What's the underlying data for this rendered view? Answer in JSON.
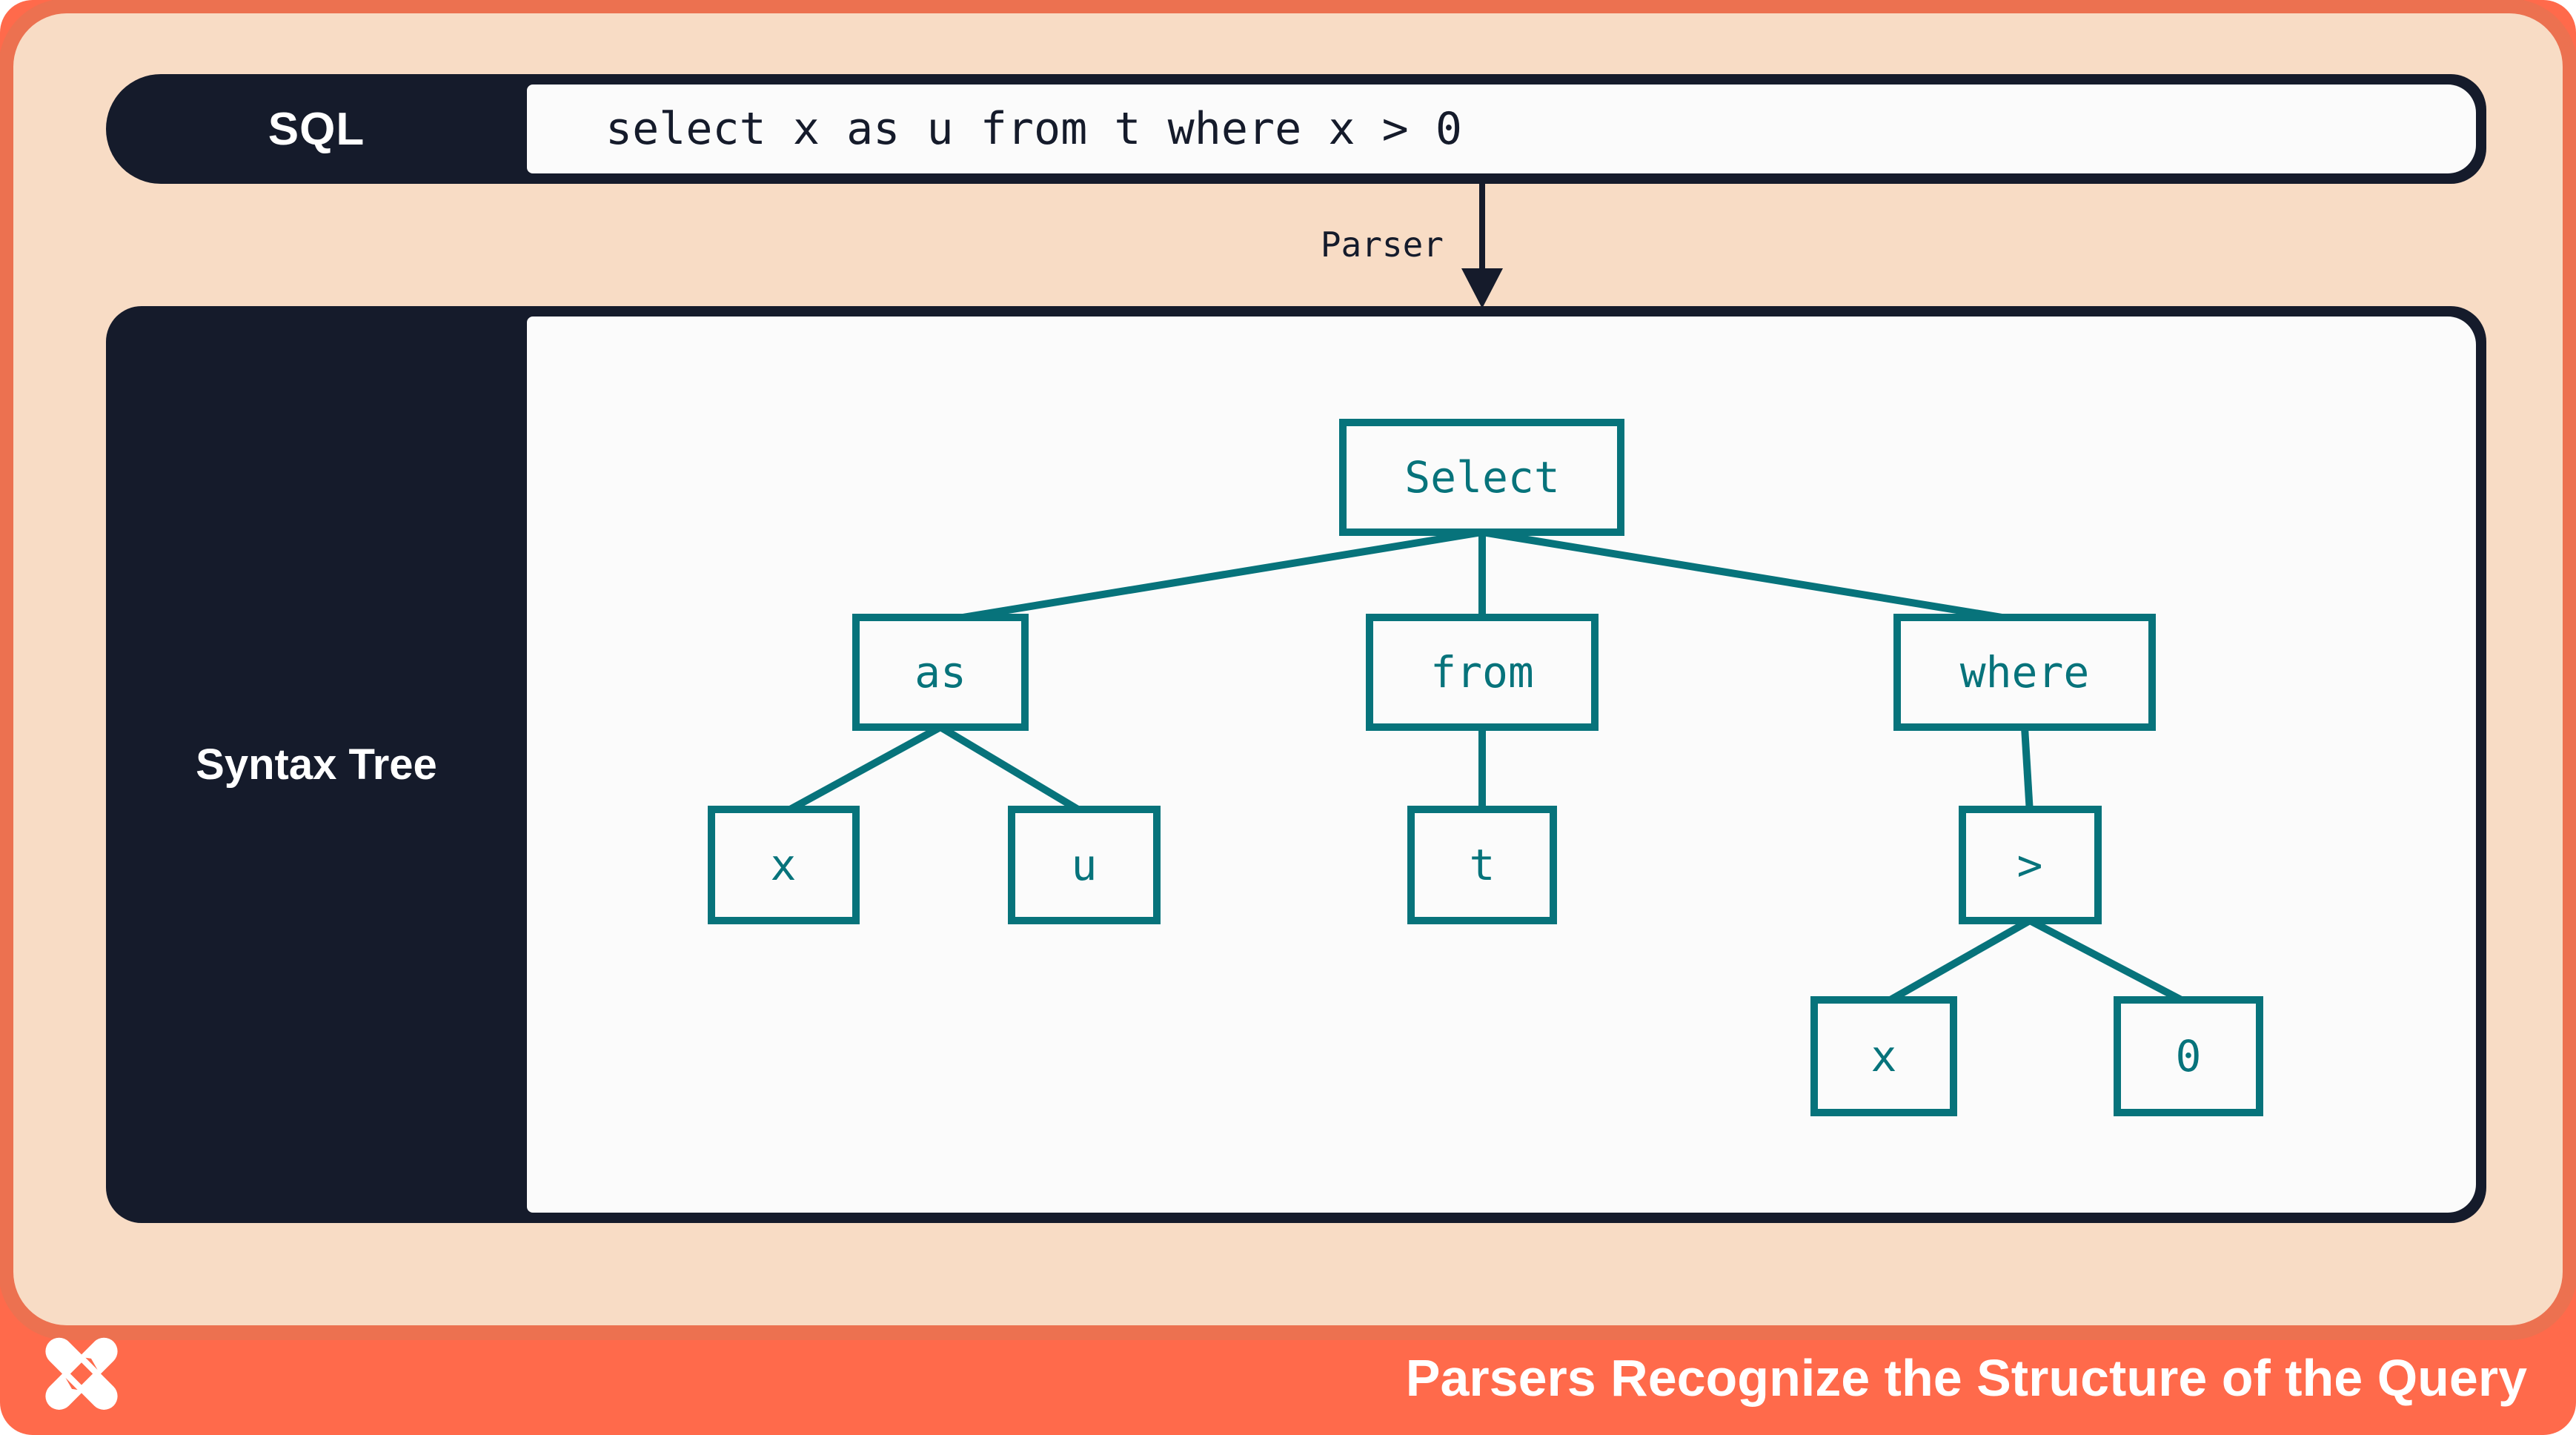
{
  "header": {
    "label": "SQL",
    "query": "select x as u from t where x > 0"
  },
  "parser": {
    "label": "Parser"
  },
  "panel": {
    "label": "Syntax Tree"
  },
  "tree": {
    "nodes": [
      {
        "id": "select",
        "label": "Select"
      },
      {
        "id": "as",
        "label": "as"
      },
      {
        "id": "from",
        "label": "from"
      },
      {
        "id": "where",
        "label": "where"
      },
      {
        "id": "x-alias",
        "label": "x"
      },
      {
        "id": "u",
        "label": "u"
      },
      {
        "id": "t",
        "label": "t"
      },
      {
        "id": "gt",
        "label": ">"
      },
      {
        "id": "x-operand",
        "label": "x"
      },
      {
        "id": "zero",
        "label": "0"
      }
    ],
    "edges": [
      [
        "select",
        "as"
      ],
      [
        "select",
        "from"
      ],
      [
        "select",
        "where"
      ],
      [
        "as",
        "x-alias"
      ],
      [
        "as",
        "u"
      ],
      [
        "from",
        "t"
      ],
      [
        "where",
        "gt"
      ],
      [
        "gt",
        "x-operand"
      ],
      [
        "gt",
        "zero"
      ]
    ]
  },
  "footer": {
    "title": "Parsers Recognize the Structure of the Query",
    "logo": "dagster-x-logo"
  },
  "colors": {
    "frame_orange": "#EC7150",
    "footer_coral": "#FF6A4B",
    "peach": "#F8DCC5",
    "navy": "#151B2B",
    "panel_white": "#FBFBFB",
    "teal": "#07737B"
  }
}
